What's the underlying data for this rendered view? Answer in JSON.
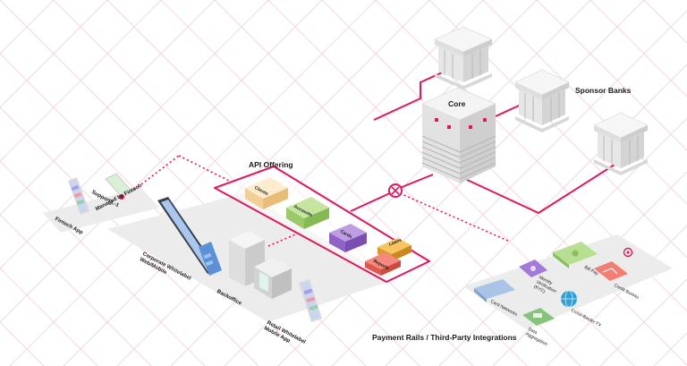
{
  "labels": {
    "core": "Core",
    "sponsor_banks": "Sponsor Banks",
    "api_offering": "API Offering",
    "payment_rails": "Payment Rails / Third-Party Integrations",
    "fintech_app": "Fintech App",
    "support": "Support L-1",
    "managed_by_fintech": "Managed by Fintech",
    "corporate_whitelabel": "Corporate Whitelabel Web/Mobile",
    "backoffice": "Backoffice",
    "retail_whitelabel": "Retail Whitelabel Mobile App"
  },
  "api_blocks": {
    "clients": "Clients",
    "accounts": "Accounts",
    "cards": "Cards",
    "loans": "Loans",
    "reports": "Reports"
  },
  "integrations": {
    "card_networks": "Card Networks",
    "identity": "Identity Verification (KYC)",
    "bill_pay": "Bill Pay",
    "credit_bureau": "Credit Bureau",
    "data_aggregation": "Data Aggregation",
    "cross_border": "Cross-Border FX"
  },
  "colors": {
    "accent": "#e3155f",
    "grid": "#f6c9d9",
    "platform": "#ebebeb",
    "clients": "#fbe0b5",
    "accounts": "#b3dc86",
    "cards": "#a97fd6",
    "loans": "#f2b33e",
    "reports": "#f2776b"
  }
}
